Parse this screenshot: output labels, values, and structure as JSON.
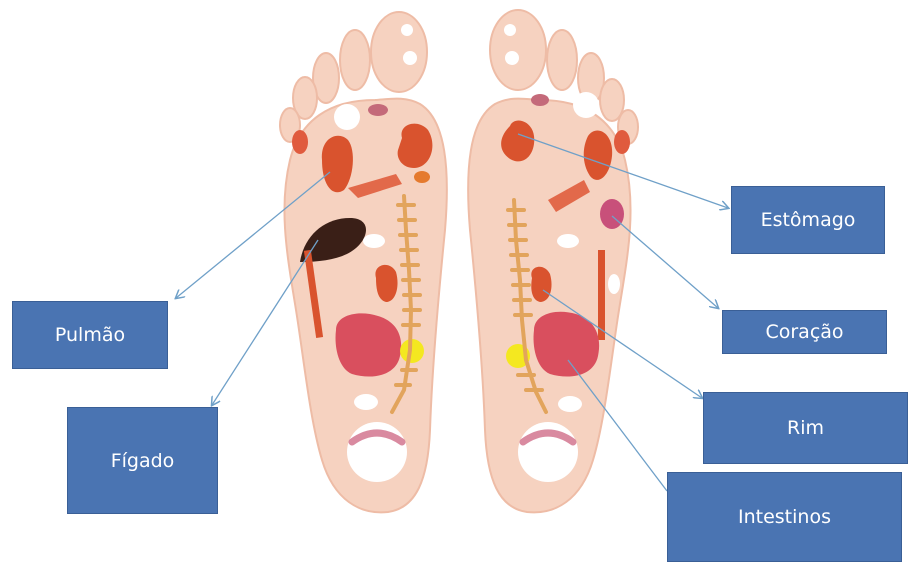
{
  "labels": {
    "pulmao": "Pulmão",
    "figado": "Fígado",
    "estomago": "Estômago",
    "coracao": "Coração",
    "rim": "Rim",
    "intestinos": "Intestinos"
  },
  "colors": {
    "skin": "#f6d2c0",
    "skin_edge": "#eebca6",
    "label_fill": "#4a74b2",
    "arrow": "#6fa0c8",
    "spine": "#e2a45c",
    "organ_red": "#d9532e",
    "intestine": "#d94f5e",
    "liver": "#3a1f17",
    "solar_plexus": "#f4e820"
  }
}
